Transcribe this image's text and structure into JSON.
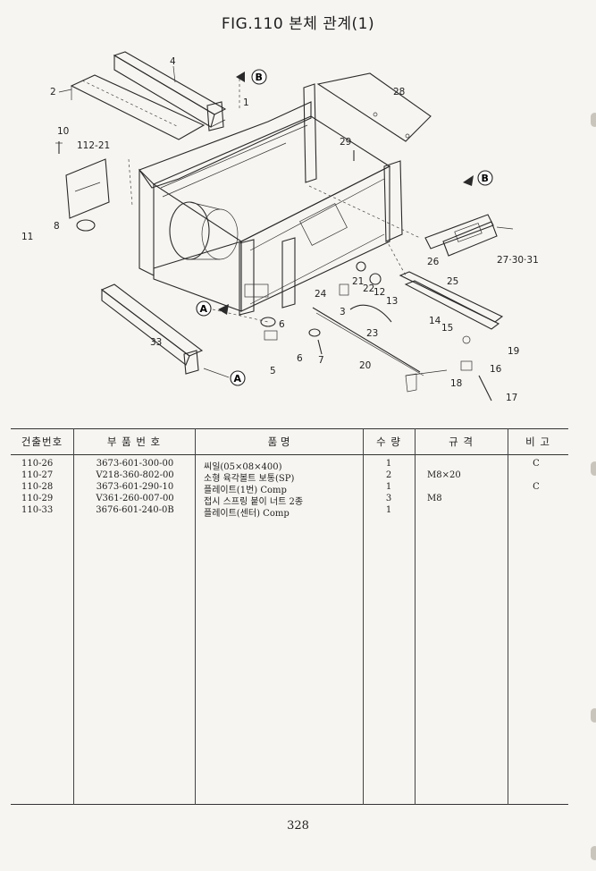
{
  "title": "FIG.110 본체 관계(1)",
  "page_number": "328",
  "diagram": {
    "labels": [
      "2",
      "4",
      "1",
      "28",
      "10",
      "112-21",
      "29",
      "8",
      "11",
      "B",
      "B",
      "26",
      "25",
      "27·30·31",
      "24",
      "3",
      "21",
      "22",
      "12",
      "13",
      "14",
      "15",
      "A",
      "6",
      "5",
      "6",
      "7",
      "23",
      "20",
      "19",
      "16",
      "18",
      "17",
      "33",
      "A"
    ]
  },
  "table": {
    "headers": [
      "건출번호",
      "부 품 번 호",
      "품 명",
      "수 량",
      "규 격",
      "비 고"
    ],
    "rows": [
      {
        "no": "110-26",
        "part": "3673-601-300-00",
        "name": "씨일(05×08×400)",
        "qty": "1",
        "spec": "",
        "note": "C"
      },
      {
        "no": "110-27",
        "part": "V218-360-802-00",
        "name": "소형 육각볼트 보통(SP)",
        "qty": "2",
        "spec": "M8×20",
        "note": ""
      },
      {
        "no": "110-28",
        "part": "3673-601-290-10",
        "name": "플레이트(1번) Comp",
        "qty": "1",
        "spec": "",
        "note": "C"
      },
      {
        "no": "110-29",
        "part": "V361-260-007-00",
        "name": "접시 스프링 붙이 너트 2종",
        "qty": "3",
        "spec": "M8",
        "note": ""
      },
      {
        "no": "110-33",
        "part": "3676-601-240-0B",
        "name": "플레이트(센터) Comp",
        "qty": "1",
        "spec": "",
        "note": ""
      }
    ]
  }
}
